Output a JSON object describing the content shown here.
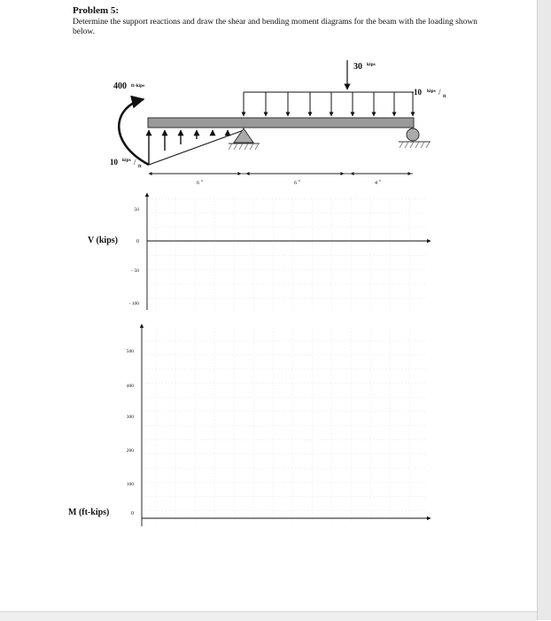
{
  "problem": {
    "title": "Problem 5:",
    "statement": "Determine the support reactions and draw the shear and bending moment diagrams for the beam with the loading shown below."
  },
  "beam": {
    "moment_load": {
      "value": "400",
      "unit": "ft-kips"
    },
    "point_load": {
      "value": "30",
      "unit": "kips"
    },
    "dist_load_right": {
      "value": "10",
      "unit_top": "kips",
      "unit_bottom": "ft"
    },
    "dist_load_left": {
      "value": "10",
      "unit_top": "kips",
      "unit_bottom": "ft"
    },
    "spans": [
      {
        "label": "6",
        "unit": "ft"
      },
      {
        "label": "6",
        "unit": "ft"
      },
      {
        "label": "4",
        "unit": "ft"
      }
    ]
  },
  "shear_diagram": {
    "ylabel": "V (kips)",
    "ticks": [
      "50",
      "0",
      "- 50",
      "- 100"
    ]
  },
  "moment_diagram": {
    "ylabel": "M (ft-kips)",
    "ticks": [
      "500",
      "400",
      "300",
      "200",
      "100",
      "0"
    ]
  }
}
